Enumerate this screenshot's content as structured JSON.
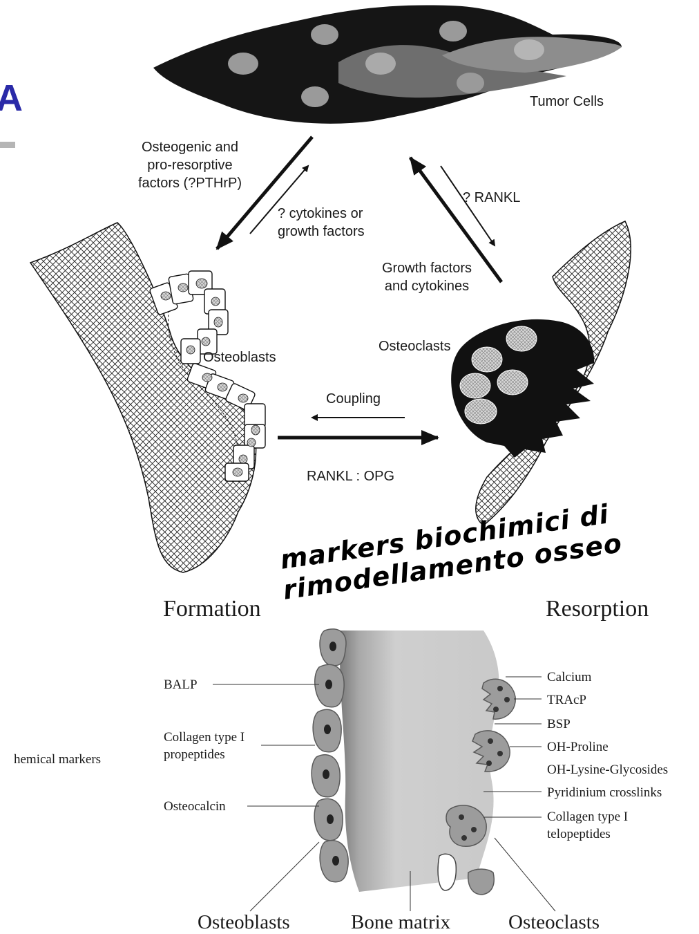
{
  "slide": {
    "title_fragment": "A",
    "overlay_line1": "markers biochimici di",
    "overlay_line2": "rimodellamento osseo",
    "left_margin_text": "hemical markers"
  },
  "top_diagram": {
    "tumor_cells": "Tumor Cells",
    "osteogenic_factors": "Osteogenic and\npro-resorptive\nfactors (?PTHrP)",
    "cytokines": "? cytokines or\ngrowth factors",
    "rankl": "? RANKL",
    "growth_factors": "Growth factors\nand cytokines",
    "osteoblasts": "Osteoblasts",
    "osteoclasts": "Osteoclasts",
    "coupling": "Coupling",
    "rankl_opg": "RANKL : OPG"
  },
  "bottom_diagram": {
    "formation": "Formation",
    "resorption": "Resorption",
    "left_labels": [
      "BALP",
      "Collagen type I\npropeptides",
      "Osteocalcin"
    ],
    "right_labels": [
      "Calcium",
      "TRAcP",
      "BSP",
      "OH-Proline",
      "OH-Lysine-Glycosides",
      "Pyridinium crosslinks",
      "Collagen type I\ntelopeptides"
    ],
    "bottom_labels": [
      "Osteoblasts",
      "Bone matrix",
      "Osteoclasts"
    ]
  },
  "colors": {
    "title_blue": "#2a2aa8",
    "bar_gray": "#b5b5b5",
    "cell_dark": "#111111",
    "matrix_gray": "#c9c9c9"
  }
}
